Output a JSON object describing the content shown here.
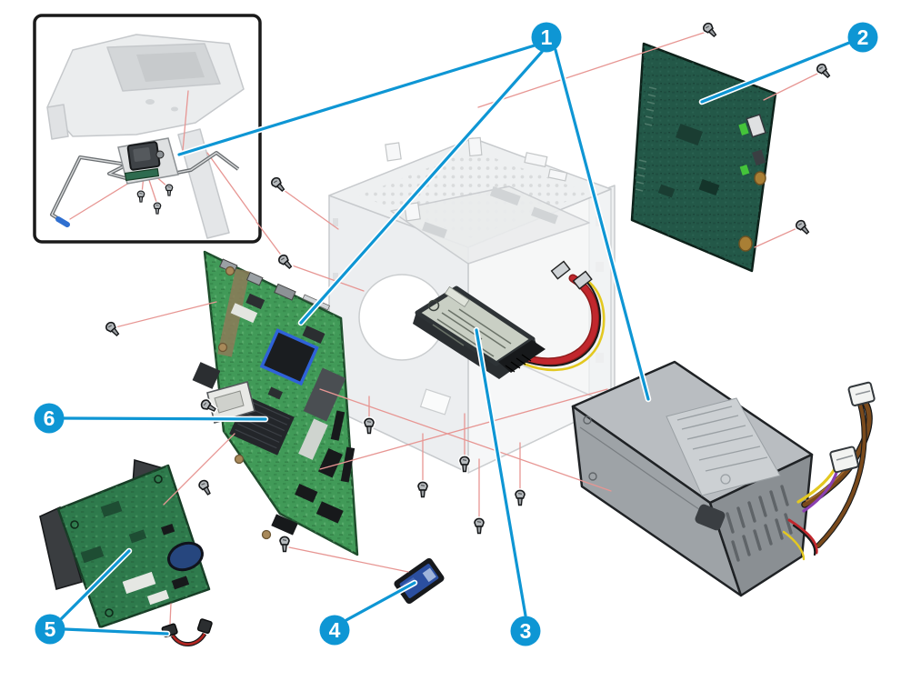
{
  "figure": {
    "background_color": "#ffffff",
    "accent_color": "#0e96d4",
    "guide_line_color": "#e79693",
    "callout_text_color": "#ffffff",
    "pcb_green": "#419a58",
    "formatter_green": "#235848",
    "chassis_ghost_gray": "#eceef0",
    "psu_gray": "#9ea3a7"
  },
  "callouts": [
    {
      "label": "1"
    },
    {
      "label": "2"
    },
    {
      "label": "3"
    },
    {
      "label": "4"
    },
    {
      "label": "5"
    },
    {
      "label": "6"
    }
  ]
}
